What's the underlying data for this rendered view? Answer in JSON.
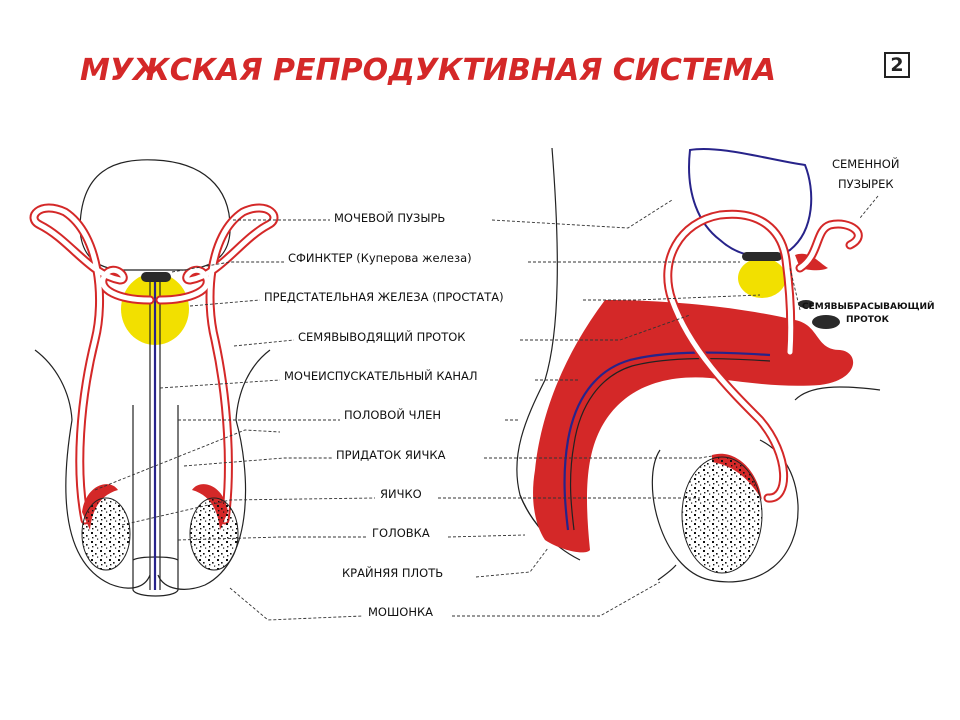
{
  "title": "МУЖСКАЯ РЕПРОДУКТИВНАЯ СИСТЕМА",
  "slide_number": "2",
  "labels": {
    "bladder": "МОЧЕВОЙ ПУЗЫРЬ",
    "sphincter": "СФИНКТЕР (Куперова железа)",
    "prostate": "ПРЕДСТАТЕЛЬНАЯ ЖЕЛЕЗА (ПРОСТАТА)",
    "vas_deferens": "СЕМЯВЫВОДЯЩИЙ ПРОТОК",
    "urethra": "МОЧЕИСПУСКАТЕЛЬНЫЙ КАНАЛ",
    "penis": "ПОЛОВОЙ ЧЛЕН",
    "epididymis": "ПРИДАТОК ЯИЧКА",
    "testis": "ЯИЧКО",
    "glans": "ГОЛОВКА",
    "foreskin": "КРАЙНЯЯ ПЛОТЬ",
    "scrotum": "МОШОНКА",
    "seminal_vesicle_1": "СЕМЕННОЙ",
    "seminal_vesicle_2": "ПУЗЫРЕК",
    "ejaculatory_duct_1": "СЕМЯВЫБРАСЫВАЮЩИЙ",
    "ejaculatory_duct_2": "ПРОТОК"
  },
  "colors": {
    "title": "#d42828",
    "duct_red": "#d42828",
    "prostate_yellow": "#f2e000",
    "urethra_blue": "#27238a",
    "sphincter_dark": "#2a2a2a"
  }
}
